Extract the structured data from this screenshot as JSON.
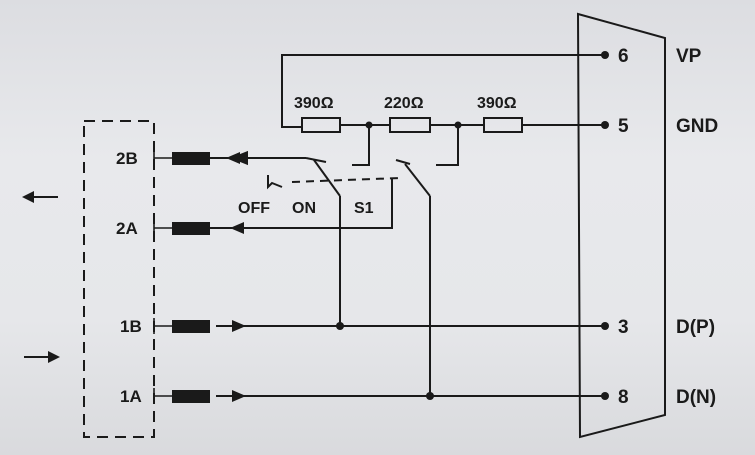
{
  "connector_pins": [
    {
      "number": "6",
      "signal": "VP"
    },
    {
      "number": "5",
      "signal": "GND"
    },
    {
      "number": "3",
      "signal": "D(P)"
    },
    {
      "number": "8",
      "signal": "D(N)"
    }
  ],
  "resistors": [
    "390Ω",
    "220Ω",
    "390Ω"
  ],
  "ports": [
    "2B",
    "2A",
    "1B",
    "1A"
  ],
  "switch": {
    "label": "S1",
    "off_label": "OFF",
    "on_label": "ON"
  }
}
